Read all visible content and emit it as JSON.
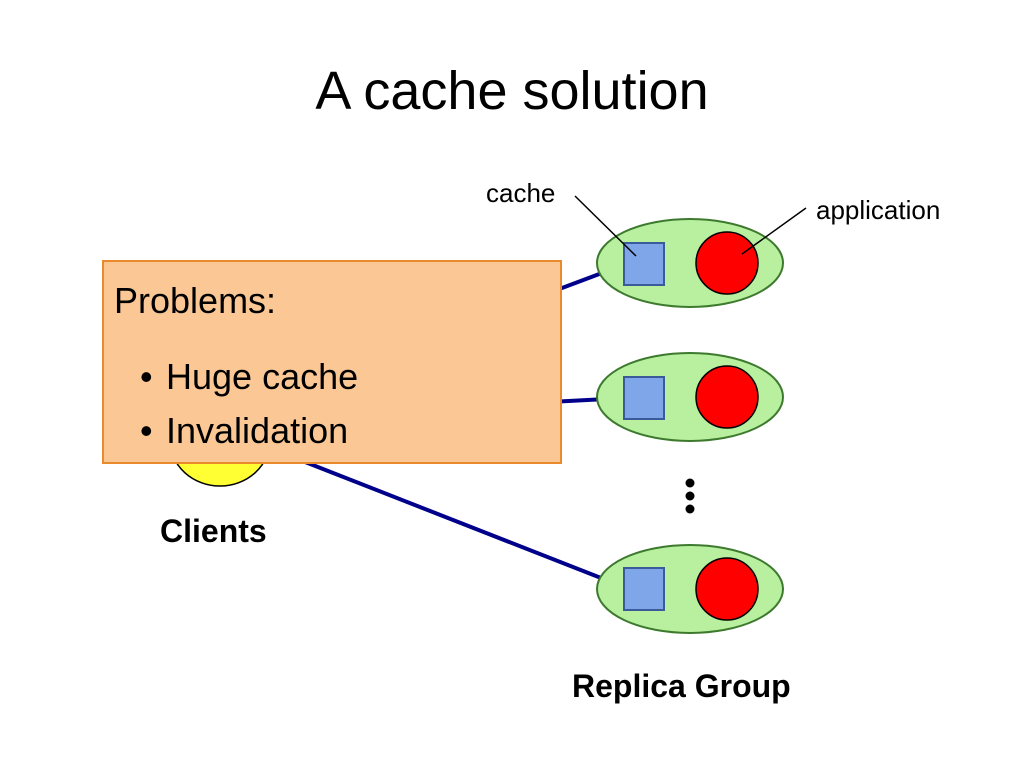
{
  "slide": {
    "title": "A cache solution"
  },
  "diagram": {
    "labels": {
      "cache": "cache",
      "application": "application",
      "clients": "Clients",
      "replica_group": "Replica Group",
      "ellipsis": "⋮"
    },
    "replicas": [
      {
        "components": [
          "cache",
          "application"
        ]
      },
      {
        "components": [
          "cache",
          "application"
        ]
      },
      {
        "components": [
          "cache",
          "application"
        ]
      }
    ],
    "colors": {
      "replica_fill": "#b8f0a0",
      "replica_stroke": "#3d7a2e",
      "cache_fill": "#7fa6e8",
      "cache_stroke": "#3a5a9a",
      "application_fill": "#ff0000",
      "application_stroke": "#000000",
      "client_fill": "#ffff33",
      "connection_line": "#00008b"
    }
  },
  "callout": {
    "heading": "Problems:",
    "items": [
      "Huge cache",
      "Invalidation"
    ],
    "colors": {
      "fill": "#fbc895",
      "border": "#e98a2d"
    }
  }
}
